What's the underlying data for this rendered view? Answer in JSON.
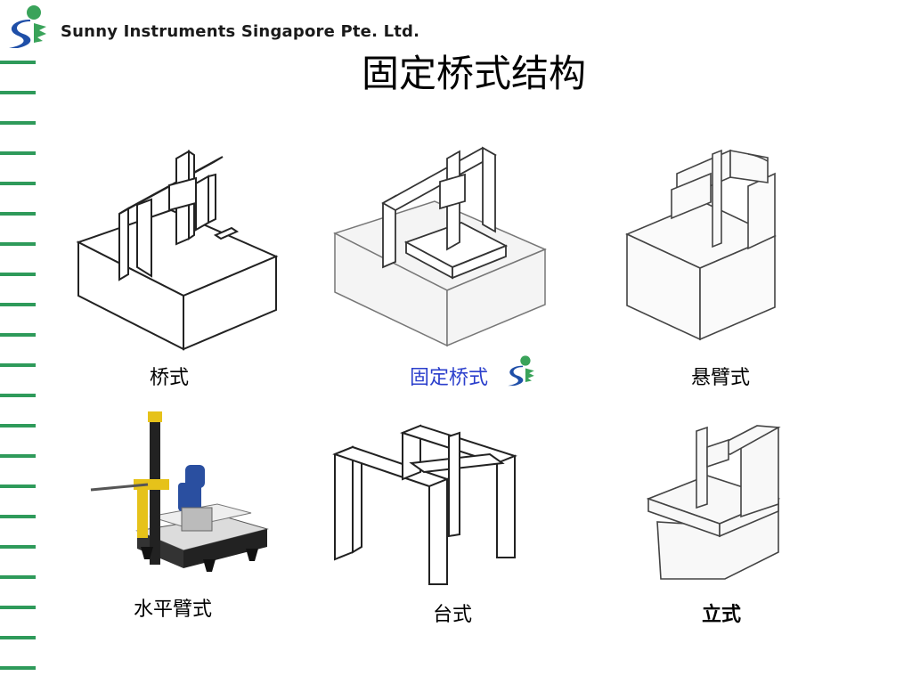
{
  "header": {
    "company": "Sunny Instruments Singapore Pte. Ltd.",
    "logo_icon": "sunny-logo-icon"
  },
  "slide": {
    "title": "固定桥式结构"
  },
  "figures": [
    {
      "caption": "桥式"
    },
    {
      "caption": "固定桥式"
    },
    {
      "caption": "悬臂式"
    },
    {
      "caption": "水平臂式"
    },
    {
      "caption": "台式"
    },
    {
      "caption": "立式"
    }
  ],
  "colors": {
    "logo_green": "#3aa35a",
    "logo_blue": "#1f4fa8",
    "stripe_green": "#2e9a5a",
    "caption_highlight": "#2b3fcc",
    "arm_yellow": "#e6c21a",
    "probe_blue": "#2a4fa0"
  }
}
